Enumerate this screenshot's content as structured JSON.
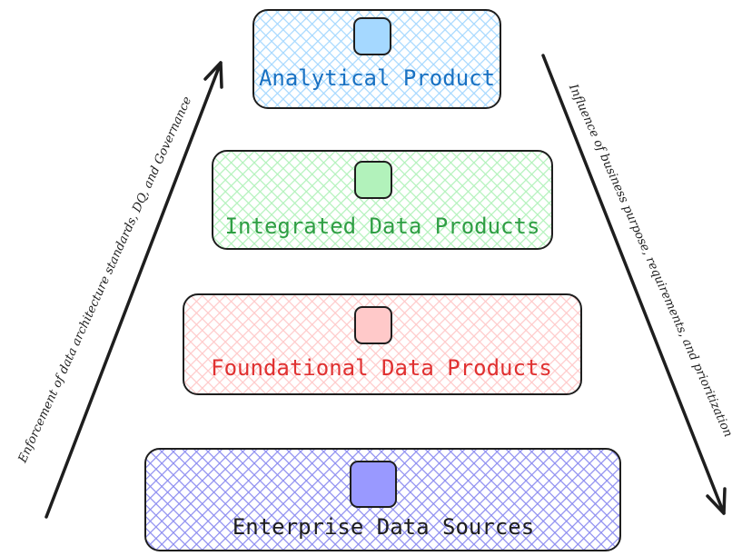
{
  "layers": [
    {
      "label": "Analytical Product",
      "stroke": "#1e1e1e",
      "fill": "#a5d8ff",
      "hatch": "#a5d8ff",
      "icon_fill": "#a5d8ff",
      "text_color": "#1971c2"
    },
    {
      "label": "Integrated Data Products",
      "stroke": "#1e1e1e",
      "fill": "#b2f2bb",
      "hatch": "#b2f2bb",
      "icon_fill": "#b2f2bb",
      "text_color": "#2f9e44"
    },
    {
      "label": "Foundational Data Products",
      "stroke": "#1e1e1e",
      "fill": "#ffc9c9",
      "hatch": "#ffc9c9",
      "icon_fill": "#ffc9c9",
      "text_color": "#e03131"
    },
    {
      "label": "Enterprise Data Sources",
      "stroke": "#1e1e1e",
      "fill": "#a0a0ff",
      "hatch": "#8c8cf0",
      "icon_fill": "#9999ff",
      "text_color": "#1e1e1e"
    }
  ],
  "left_arrow": {
    "label": "Enforcement of data architecture standards, DQ, and Governance",
    "direction": "up",
    "color": "#1e1e1e"
  },
  "right_arrow": {
    "label": "Influence of business purpose, requirements, and prioritization",
    "direction": "down",
    "color": "#1e1e1e"
  }
}
